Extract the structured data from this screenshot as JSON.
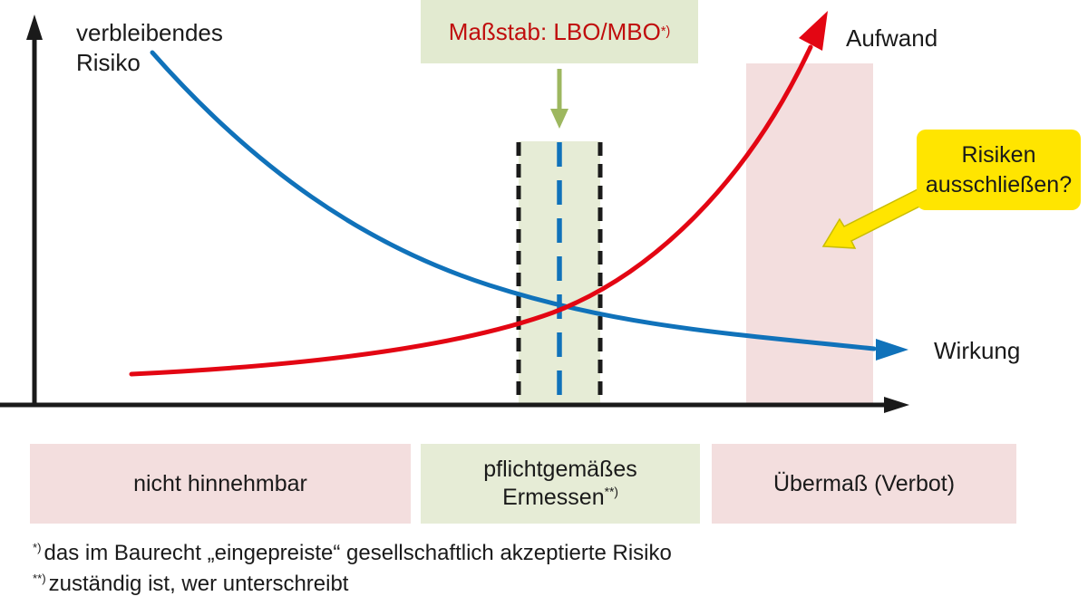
{
  "colors": {
    "red": "#e30613",
    "blue": "#1072ba",
    "black": "#1a1a1a",
    "pink": "#f3dede",
    "green-light": "#e6ecd6",
    "green-box": "#e2ead0",
    "green-arrow": "#9db75f",
    "yellow": "#ffe500",
    "yellow-edge": "#c9bd00",
    "label-red": "#c00d0d"
  },
  "labels": {
    "y_axis": "verbleibendes Risiko",
    "aufwand": "Aufwand",
    "wirkung": "Wirkung",
    "scale_box": "Maßstab: LBO/MBO",
    "scale_box_sup": "*)",
    "callout": "Risiken ausschließen?"
  },
  "bands": {
    "left": "nicht hinnehmbar",
    "middle_line1": "pflichtgemäßes",
    "middle_line2": "Ermessen",
    "middle_sup": "**)",
    "right": "Übermaß (Verbot)"
  },
  "footnotes": [
    {
      "sup": "*)",
      "text": "das im Baurecht „eingepreiste“ gesellschaftlich akzeptierte Risiko"
    },
    {
      "sup": "**)",
      "text": "zuständig ist, wer unterschreibt"
    }
  ]
}
